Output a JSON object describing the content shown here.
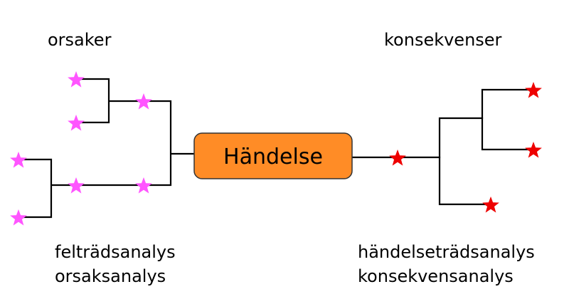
{
  "labels": {
    "causes_title": "orsaker",
    "consequences_title": "konsekvenser",
    "event": "Händelse",
    "causes_method_1": "felträdsanalys",
    "causes_method_2": "orsaksanalys",
    "consequences_method_1": "händelseträdsanalys",
    "consequences_method_2": "konsekvensanalys"
  },
  "colors": {
    "cause_star": "#ff55ff",
    "consequence_star": "#ee0000",
    "event_fill": "#ff8c26",
    "event_stroke": "#333333",
    "line": "#000000"
  },
  "icons": {
    "cause": "star-icon",
    "consequence": "star-icon"
  }
}
